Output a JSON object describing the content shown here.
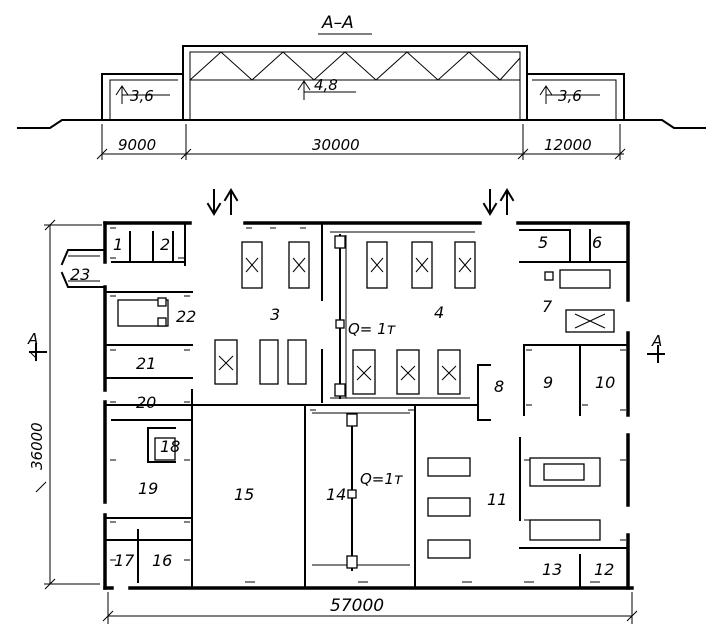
{
  "section": {
    "title": "А–А",
    "marks": [
      "3,6",
      "4,8",
      "3,6"
    ],
    "spans": [
      "9000",
      "30000",
      "12000"
    ]
  },
  "plan": {
    "overall_width": "57000",
    "overall_depth": "36000",
    "section_mark": "А",
    "cranes": [
      "Q= 1т",
      "Q=1т"
    ],
    "rooms": [
      "1",
      "2",
      "3",
      "4",
      "5",
      "6",
      "7",
      "8",
      "9",
      "10",
      "11",
      "12",
      "13",
      "14",
      "15",
      "16",
      "17",
      "18",
      "19",
      "20",
      "21",
      "22",
      "23"
    ]
  }
}
